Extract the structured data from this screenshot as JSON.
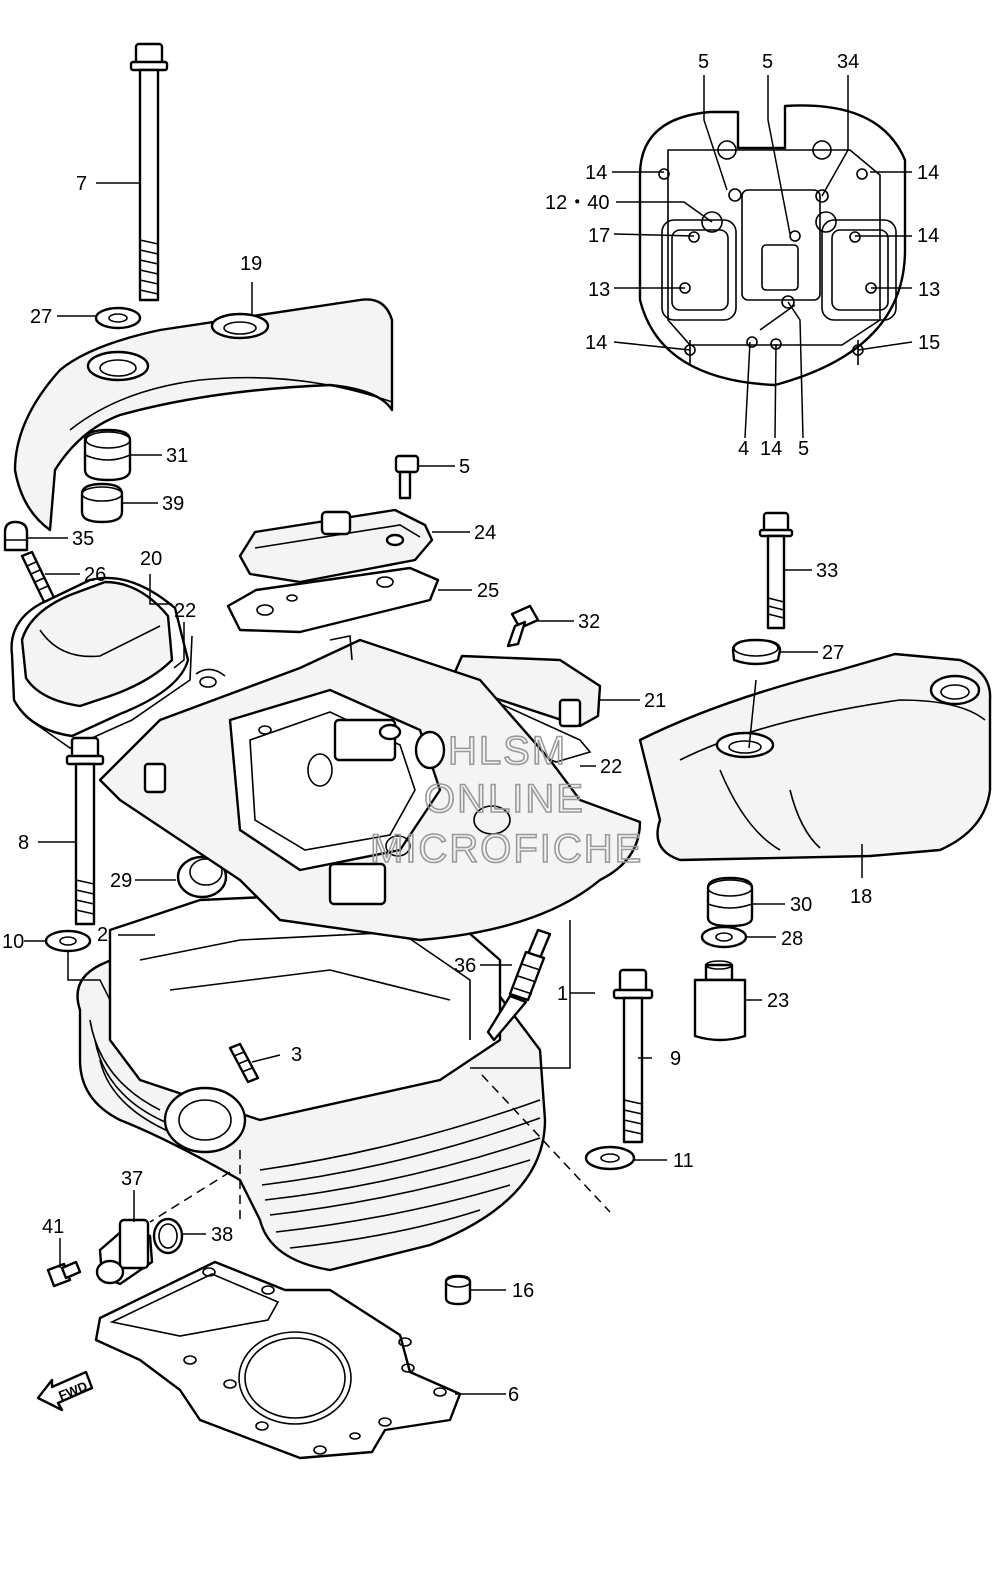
{
  "watermark": {
    "line1": "HLSM",
    "line2": "ONLINE",
    "line3": "MICROFICHE"
  },
  "fwd_label": "FWD",
  "callouts": {
    "c1": "1",
    "c2": "2",
    "c3": "3",
    "c4": "4",
    "c5a": "5",
    "c5b": "5",
    "c5c": "5",
    "c5d": "5",
    "c6": "6",
    "c7": "7",
    "c8": "8",
    "c9": "9",
    "c10": "10",
    "c11": "11",
    "c12": "12・40",
    "c13a": "13",
    "c13b": "13",
    "c14a": "14",
    "c14b": "14",
    "c14c": "14",
    "c14d": "14",
    "c14e": "14",
    "c15": "15",
    "c16": "16",
    "c17": "17",
    "c18": "18",
    "c19": "19",
    "c20": "20",
    "c21": "21",
    "c22a": "22",
    "c22b": "22",
    "c23": "23",
    "c24": "24",
    "c25": "25",
    "c26": "26",
    "c27a": "27",
    "c27b": "27",
    "c28": "28",
    "c29": "29",
    "c30": "30",
    "c31": "31",
    "c32": "32",
    "c33": "33",
    "c34": "34",
    "c35": "35",
    "c36": "36",
    "c37": "37",
    "c38": "38",
    "c39": "39",
    "c41": "41"
  }
}
